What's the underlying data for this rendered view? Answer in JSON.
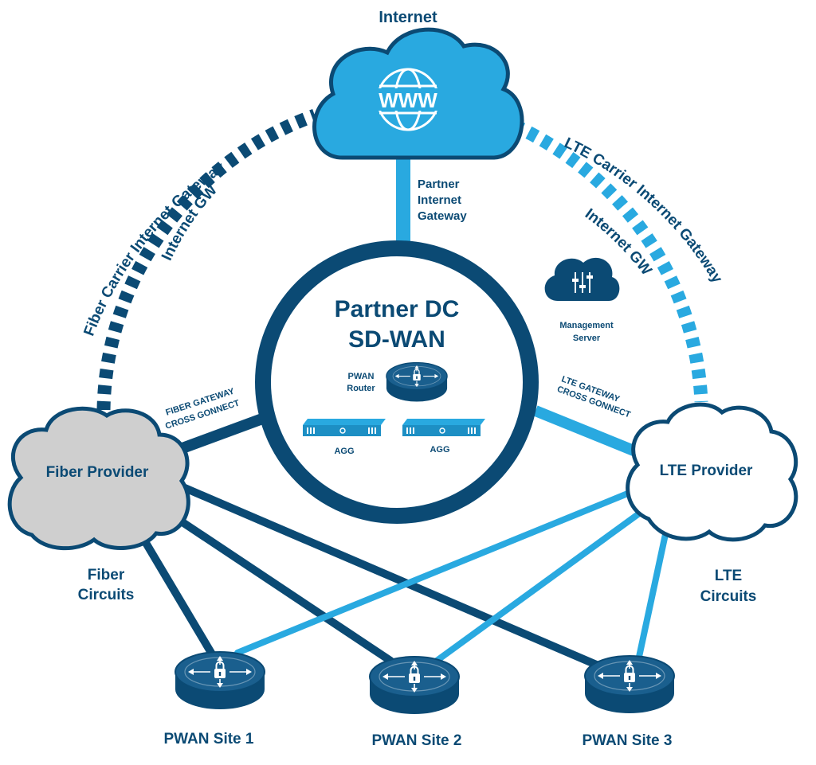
{
  "internet": {
    "label": "Internet",
    "icon_text": "WWW",
    "icon": "globe-icon",
    "partner_gateway": [
      "Partner",
      "Internet",
      "Gateway"
    ]
  },
  "datacenter": {
    "title_line1": "Partner DC",
    "title_line2": "SD-WAN",
    "router_label": [
      "PWAN",
      "Router"
    ],
    "agg_left": "AGG",
    "agg_right": "AGG",
    "management_server": [
      "Management",
      "Server"
    ]
  },
  "fiber": {
    "carrier_gateway": "Fiber Carrier Internet Gateway",
    "internet_gw": "Internet GW",
    "cross_connect": [
      "FIBER GATEWAY",
      "CROSS GONNECT"
    ],
    "provider": "Fiber Provider",
    "circuits": [
      "Fiber",
      "Circuits"
    ]
  },
  "lte": {
    "carrier_gateway": "LTE Carrier Internet Gateway",
    "internet_gw": "Internet GW",
    "cross_connect": [
      "LTE GATEWAY",
      "CROSS GONNECT"
    ],
    "provider": "LTE Provider",
    "circuits": [
      "LTE",
      "Circuits"
    ]
  },
  "sites": [
    "PWAN Site 1",
    "PWAN Site 2",
    "PWAN Site 3"
  ],
  "colors": {
    "dark_blue": "#0b4a74",
    "light_blue": "#29a9e0",
    "fiber_cloud": "#cfcfcf",
    "white": "#ffffff"
  }
}
